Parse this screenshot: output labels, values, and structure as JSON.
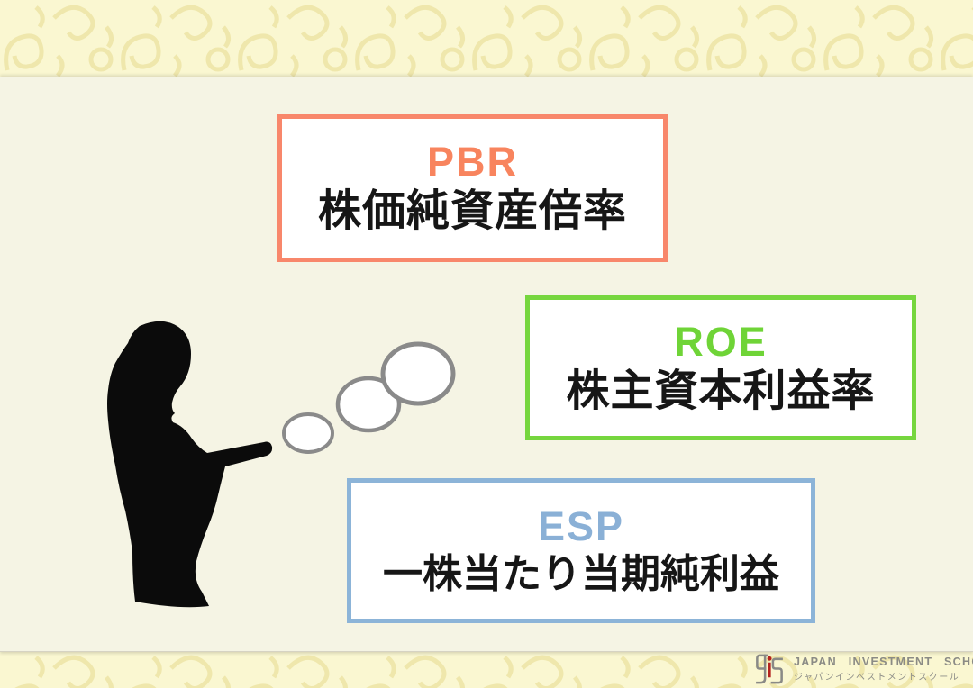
{
  "slide": {
    "terms": [
      {
        "abbr": "PBR",
        "name_ja": "株価純資産倍率",
        "accent_color": "#F8845E",
        "border_color": "#F8876B"
      },
      {
        "abbr": "ROE",
        "name_ja": "株主資本利益率",
        "accent_color": "#6FD437",
        "border_color": "#76D63E"
      },
      {
        "abbr": "ESP",
        "name_ja": "一株当たり当期純利益",
        "accent_color": "#8AB0D6",
        "border_color": "#8CB4D8"
      }
    ],
    "illustration": {
      "person_icon": "silhouette-man-reading-book-hand-on-chin",
      "thought_bubble_count": 3,
      "bubble_stroke_color": "#8A8A8A"
    }
  },
  "branding": {
    "logo_mark": "JIS-monogram",
    "logo_text_en": "JAPAN INVESTMENT SCHOOL",
    "logo_text_ja": "ジャパンインベストメントスクール",
    "logo_text_color": "#8B8B85",
    "logo_accent_color": "#B5241E"
  },
  "theme": {
    "band_background": "#FAF7D1",
    "band_pattern_color": "#EFE7AC",
    "panel_background": "#F5F4E4",
    "card_background": "#FFFFFF",
    "text_color": "#161616"
  }
}
